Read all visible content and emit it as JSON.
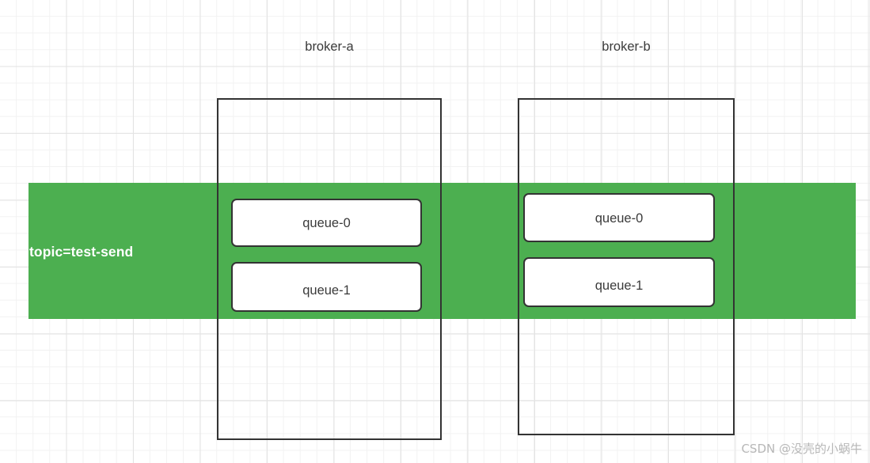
{
  "diagram": {
    "title_not_shown": "",
    "topic": {
      "label": "topic=test-send",
      "band_color": "#4caf50",
      "text_color": "#ffffff"
    },
    "brokers": [
      {
        "name": "broker-a",
        "queues": [
          {
            "label": "queue-0"
          },
          {
            "label": "queue-1"
          }
        ]
      },
      {
        "name": "broker-b",
        "queues": [
          {
            "label": "queue-0"
          },
          {
            "label": "queue-1"
          }
        ]
      }
    ],
    "border_color": "#333333",
    "grid_color": "#e3e3e3"
  },
  "watermark": {
    "text": "CSDN @没壳的小蜗牛"
  }
}
